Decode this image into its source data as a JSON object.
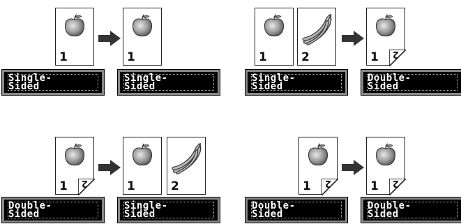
{
  "page_number_1": "1",
  "page_number_2": "2",
  "labels": {
    "single_sided": "Single-\nSided",
    "double_sided": "Double-\nSided"
  },
  "icons": {
    "apple": "apple-icon",
    "banana": "banana-icon",
    "arrow": "arrow-right-icon"
  }
}
